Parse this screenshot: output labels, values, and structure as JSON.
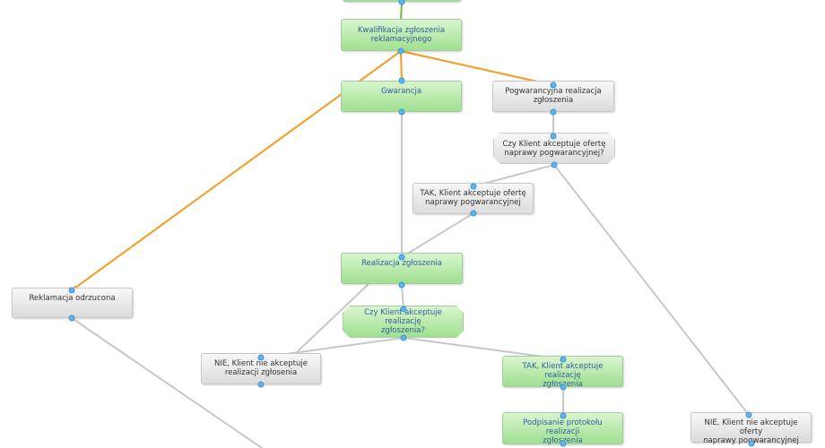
{
  "diagram": {
    "colors": {
      "edge_default": "#c8c8c8",
      "edge_highlight": "#f0a330",
      "edge_green": "#6dbb3a",
      "port": "#5fb3ee"
    },
    "nodes": [
      {
        "id": "top-hidden",
        "label": "",
        "style": "green"
      },
      {
        "id": "kwalifikacja",
        "label": "Kwalifikacja zgłoszenia\nreklamacyjnego",
        "style": "green"
      },
      {
        "id": "gwarancja",
        "label": "Gwarancja",
        "style": "green"
      },
      {
        "id": "pogwarancyjna",
        "label": "Pogwarancyjna realizacja\nzgłoszenia",
        "style": "gray"
      },
      {
        "id": "czy-oferta",
        "label": "Czy Klient akceptuje ofertę\nnaprawy pogwarancyjnej?",
        "style": "gray"
      },
      {
        "id": "tak-oferta",
        "label": "TAK, Klient akceptuje ofertę\nnaprawy pogwarancyjnej",
        "style": "gray"
      },
      {
        "id": "reklamacja-odrzucona",
        "label": "Reklamacja odrzucona",
        "style": "gray"
      },
      {
        "id": "realizacja",
        "label": "Realizacja zgłoszenia",
        "style": "green"
      },
      {
        "id": "czy-realizacja",
        "label": "Czy Klient akceptuje realizację\nzgłoszenia?",
        "style": "green"
      },
      {
        "id": "nie-realizacja",
        "label": "NIE, Klient nie akceptuje\nrealizacji zgłosenia",
        "style": "gray"
      },
      {
        "id": "tak-realizacja",
        "label": "TAK, Klient akceptuje realizację\nzgłoszenia",
        "style": "green"
      },
      {
        "id": "podpisanie",
        "label": "Podpisanie protokołu realizacji\nzgłoszenia",
        "style": "green"
      },
      {
        "id": "nie-oferta",
        "label": "NIE, Klient nie akceptuje oferty\nnaprawy pogwarancyjnej",
        "style": "gray"
      }
    ],
    "edges": [
      {
        "from": "top-hidden",
        "to": "kwalifikacja",
        "type": "green"
      },
      {
        "from": "kwalifikacja",
        "to": "gwarancja",
        "type": "highlight"
      },
      {
        "from": "kwalifikacja",
        "to": "pogwarancyjna",
        "type": "highlight"
      },
      {
        "from": "kwalifikacja",
        "to": "reklamacja-odrzucona",
        "type": "highlight"
      },
      {
        "from": "gwarancja",
        "to": "realizacja",
        "type": "default"
      },
      {
        "from": "pogwarancyjna",
        "to": "czy-oferta",
        "type": "default"
      },
      {
        "from": "czy-oferta",
        "to": "tak-oferta",
        "type": "default"
      },
      {
        "from": "czy-oferta",
        "to": "nie-oferta",
        "type": "default"
      },
      {
        "from": "tak-oferta",
        "to": "realizacja",
        "type": "default"
      },
      {
        "from": "realizacja",
        "to": "czy-realizacja",
        "type": "default"
      },
      {
        "from": "czy-realizacja",
        "to": "nie-realizacja",
        "type": "default"
      },
      {
        "from": "czy-realizacja",
        "to": "tak-realizacja",
        "type": "default"
      },
      {
        "from": "nie-realizacja",
        "to": "realizacja",
        "type": "default"
      },
      {
        "from": "tak-realizacja",
        "to": "podpisanie",
        "type": "default"
      },
      {
        "from": "reklamacja-odrzucona",
        "to": "offscreen",
        "type": "default"
      }
    ]
  }
}
